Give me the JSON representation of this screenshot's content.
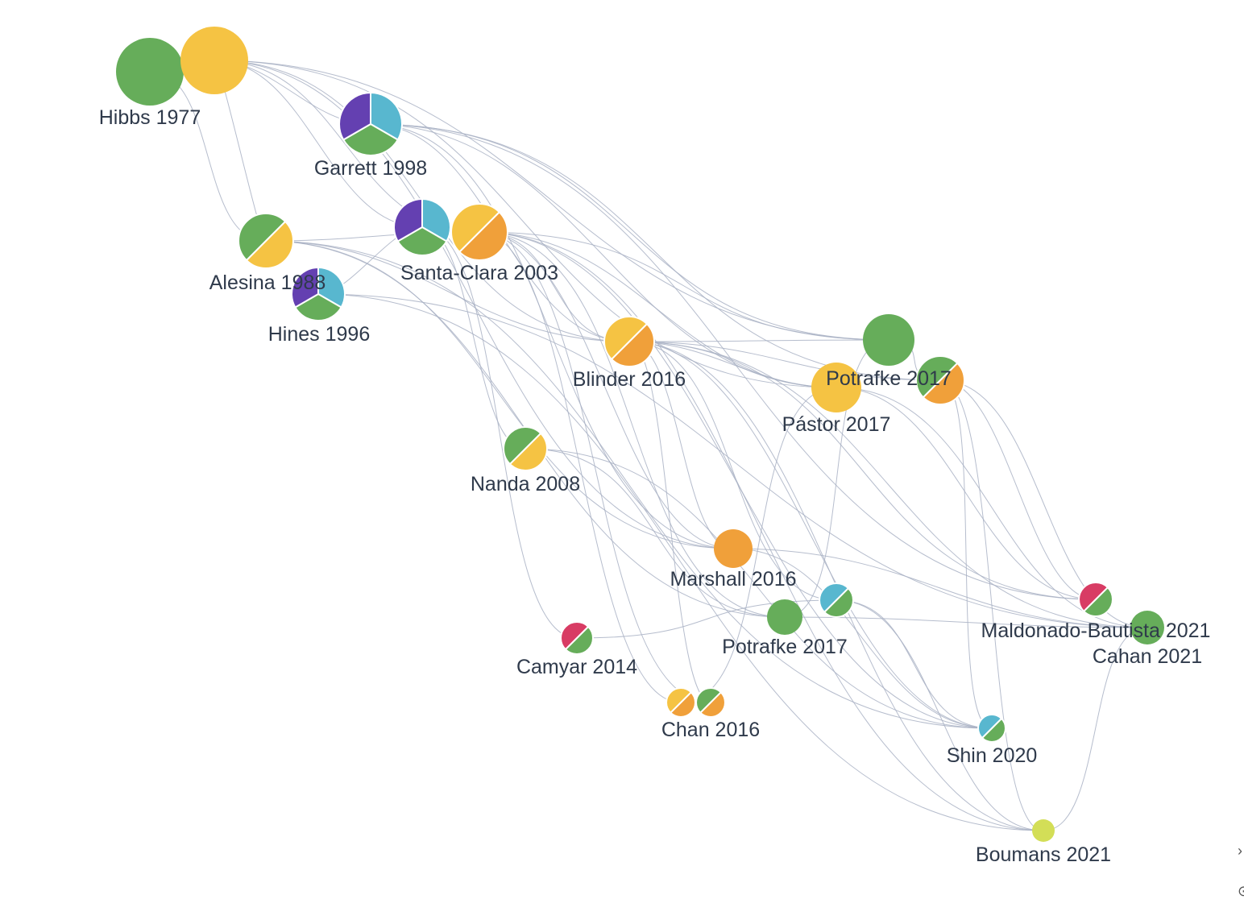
{
  "colors": {
    "green": "#66ad5a",
    "yellow": "#f5c343",
    "teal": "#58b7cf",
    "purple": "#6440b1",
    "orange": "#f0a03a",
    "red": "#d83c64",
    "lime": "#d3de57",
    "edge": "#a9b1c4",
    "label": "#2f3a4b"
  },
  "papers": [
    {
      "id": "hibbs-a",
      "label": "Hibbs 1977",
      "slices": [
        "green"
      ]
    },
    {
      "id": "hibbs-b",
      "label": "",
      "slices": [
        "yellow"
      ]
    },
    {
      "id": "garrett",
      "label": "Garrett 1998",
      "slices": [
        "teal",
        "green",
        "purple"
      ]
    },
    {
      "id": "alesina",
      "label": "Alesina 1988",
      "slices": [
        "yellow",
        "green"
      ]
    },
    {
      "id": "hines",
      "label": "Hines 1996",
      "slices": [
        "teal",
        "green",
        "purple"
      ]
    },
    {
      "id": "santa-clara-a",
      "label": "Santa-Clara 2003",
      "slices": [
        "teal",
        "green",
        "purple"
      ]
    },
    {
      "id": "santa-clara-b",
      "label": "",
      "slices": [
        "orange",
        "yellow"
      ]
    },
    {
      "id": "blinder",
      "label": "Blinder 2016",
      "slices": [
        "orange",
        "yellow"
      ]
    },
    {
      "id": "potrafke-a",
      "label": "Potrafke 2017",
      "slices": [
        "green"
      ]
    },
    {
      "id": "potrafke-b",
      "label": "",
      "slices": [
        "orange",
        "green"
      ]
    },
    {
      "id": "pastor",
      "label": "Pástor 2017",
      "slices": [
        "yellow"
      ]
    },
    {
      "id": "nanda",
      "label": "Nanda 2008",
      "slices": [
        "yellow",
        "green"
      ]
    },
    {
      "id": "marshall",
      "label": "Marshall 2016",
      "slices": [
        "orange"
      ]
    },
    {
      "id": "potrafke-c",
      "label": "Potrafke 2017",
      "slices": [
        "green"
      ]
    },
    {
      "id": "potrafke-d",
      "label": "",
      "slices": [
        "green",
        "teal"
      ]
    },
    {
      "id": "camyar",
      "label": "Camyar 2014",
      "slices": [
        "green",
        "red"
      ]
    },
    {
      "id": "chan-a",
      "label": "Chan 2016",
      "slices": [
        "orange",
        "yellow"
      ]
    },
    {
      "id": "chan-b",
      "label": "",
      "slices": [
        "orange",
        "green"
      ]
    },
    {
      "id": "maldonado",
      "label": "Maldonado-Bautista 2021",
      "slices": [
        "green",
        "red"
      ]
    },
    {
      "id": "cahan",
      "label": "Cahan 2021",
      "slices": [
        "green"
      ]
    },
    {
      "id": "shin",
      "label": "Shin 2020",
      "slices": [
        "green",
        "teal"
      ]
    },
    {
      "id": "boumans",
      "label": "Boumans 2021",
      "slices": [
        "lime"
      ]
    }
  ],
  "citations": [
    [
      "hibbs-b",
      "garrett"
    ],
    [
      "hibbs-b",
      "santa-clara-a"
    ],
    [
      "hibbs-b",
      "santa-clara-b"
    ],
    [
      "hibbs-b",
      "blinder"
    ],
    [
      "hibbs-b",
      "pastor"
    ],
    [
      "hibbs-b",
      "alesina"
    ],
    [
      "hibbs-b",
      "potrafke-a"
    ],
    [
      "hibbs-b",
      "marshall"
    ],
    [
      "hibbs-a",
      "alesina"
    ],
    [
      "garrett",
      "potrafke-a"
    ],
    [
      "garrett",
      "pastor"
    ],
    [
      "garrett",
      "blinder"
    ],
    [
      "garrett",
      "maldonado"
    ],
    [
      "garrett",
      "marshall"
    ],
    [
      "garrett",
      "potrafke-b"
    ],
    [
      "alesina",
      "blinder"
    ],
    [
      "alesina",
      "santa-clara-b"
    ],
    [
      "alesina",
      "potrafke-c"
    ],
    [
      "alesina",
      "marshall"
    ],
    [
      "alesina",
      "shin"
    ],
    [
      "hines",
      "santa-clara-a"
    ],
    [
      "hines",
      "cahan"
    ],
    [
      "hines",
      "boumans"
    ],
    [
      "santa-clara-b",
      "blinder"
    ],
    [
      "santa-clara-b",
      "potrafke-a"
    ],
    [
      "santa-clara-b",
      "pastor"
    ],
    [
      "santa-clara-b",
      "marshall"
    ],
    [
      "santa-clara-b",
      "chan-a"
    ],
    [
      "santa-clara-b",
      "chan-b"
    ],
    [
      "santa-clara-b",
      "potrafke-c"
    ],
    [
      "santa-clara-b",
      "shin"
    ],
    [
      "santa-clara-b",
      "boumans"
    ],
    [
      "santa-clara-a",
      "nanda"
    ],
    [
      "santa-clara-a",
      "camyar"
    ],
    [
      "blinder",
      "potrafke-a"
    ],
    [
      "blinder",
      "pastor"
    ],
    [
      "blinder",
      "potrafke-b"
    ],
    [
      "blinder",
      "marshall"
    ],
    [
      "blinder",
      "cahan"
    ],
    [
      "blinder",
      "maldonado"
    ],
    [
      "blinder",
      "shin"
    ],
    [
      "blinder",
      "boumans"
    ],
    [
      "blinder",
      "chan-b"
    ],
    [
      "blinder",
      "potrafke-d"
    ],
    [
      "potrafke-a",
      "potrafke-b"
    ],
    [
      "potrafke-a",
      "potrafke-c"
    ],
    [
      "potrafke-b",
      "maldonado"
    ],
    [
      "potrafke-b",
      "cahan"
    ],
    [
      "potrafke-b",
      "boumans"
    ],
    [
      "potrafke-b",
      "shin"
    ],
    [
      "pastor",
      "chan-a"
    ],
    [
      "pastor",
      "maldonado"
    ],
    [
      "pastor",
      "cahan"
    ],
    [
      "nanda",
      "shin"
    ],
    [
      "nanda",
      "potrafke-c"
    ],
    [
      "marshall",
      "cahan"
    ],
    [
      "marshall",
      "shin"
    ],
    [
      "potrafke-d",
      "boumans"
    ],
    [
      "potrafke-d",
      "shin"
    ],
    [
      "camyar",
      "potrafke-d"
    ],
    [
      "potrafke-c",
      "cahan"
    ],
    [
      "cahan",
      "boumans"
    ]
  ],
  "corner_glyphs": [
    "›",
    "⊙"
  ]
}
